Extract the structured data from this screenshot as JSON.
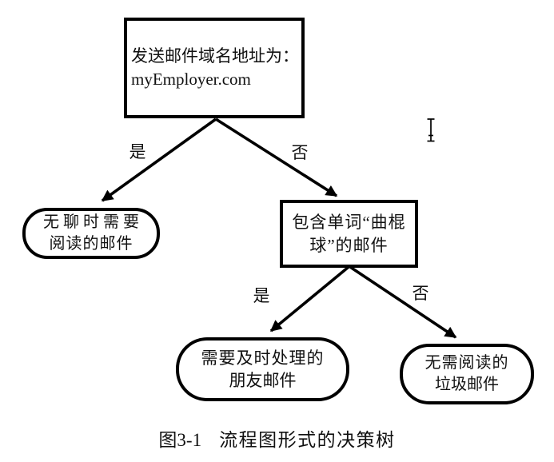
{
  "figure": {
    "caption": {
      "number": "图3-1",
      "title": "流程图形式的决策树"
    },
    "tree": {
      "root": {
        "line1": "发送邮件域名地址为：",
        "line2": "myEmployer.com"
      },
      "left_leaf": {
        "line1": "无聊时需要",
        "line2": "阅读的邮件"
      },
      "right_decision": {
        "line1": "包含单词“曲棍",
        "line2": "球”的邮件"
      },
      "bottom_left_leaf": {
        "line1": "需要及时处理的",
        "line2": "朋友邮件"
      },
      "bottom_right_leaf": {
        "line1": "无需阅读的",
        "line2": "垃圾邮件"
      },
      "edges": [
        {
          "label": "是"
        },
        {
          "label": "否"
        },
        {
          "label": "是"
        },
        {
          "label": "否"
        }
      ]
    },
    "colors": {
      "line": "#000000",
      "text": "#111111",
      "background": "#ffffff"
    }
  },
  "cursor": {
    "icon": "text-ibeam-cursor"
  }
}
